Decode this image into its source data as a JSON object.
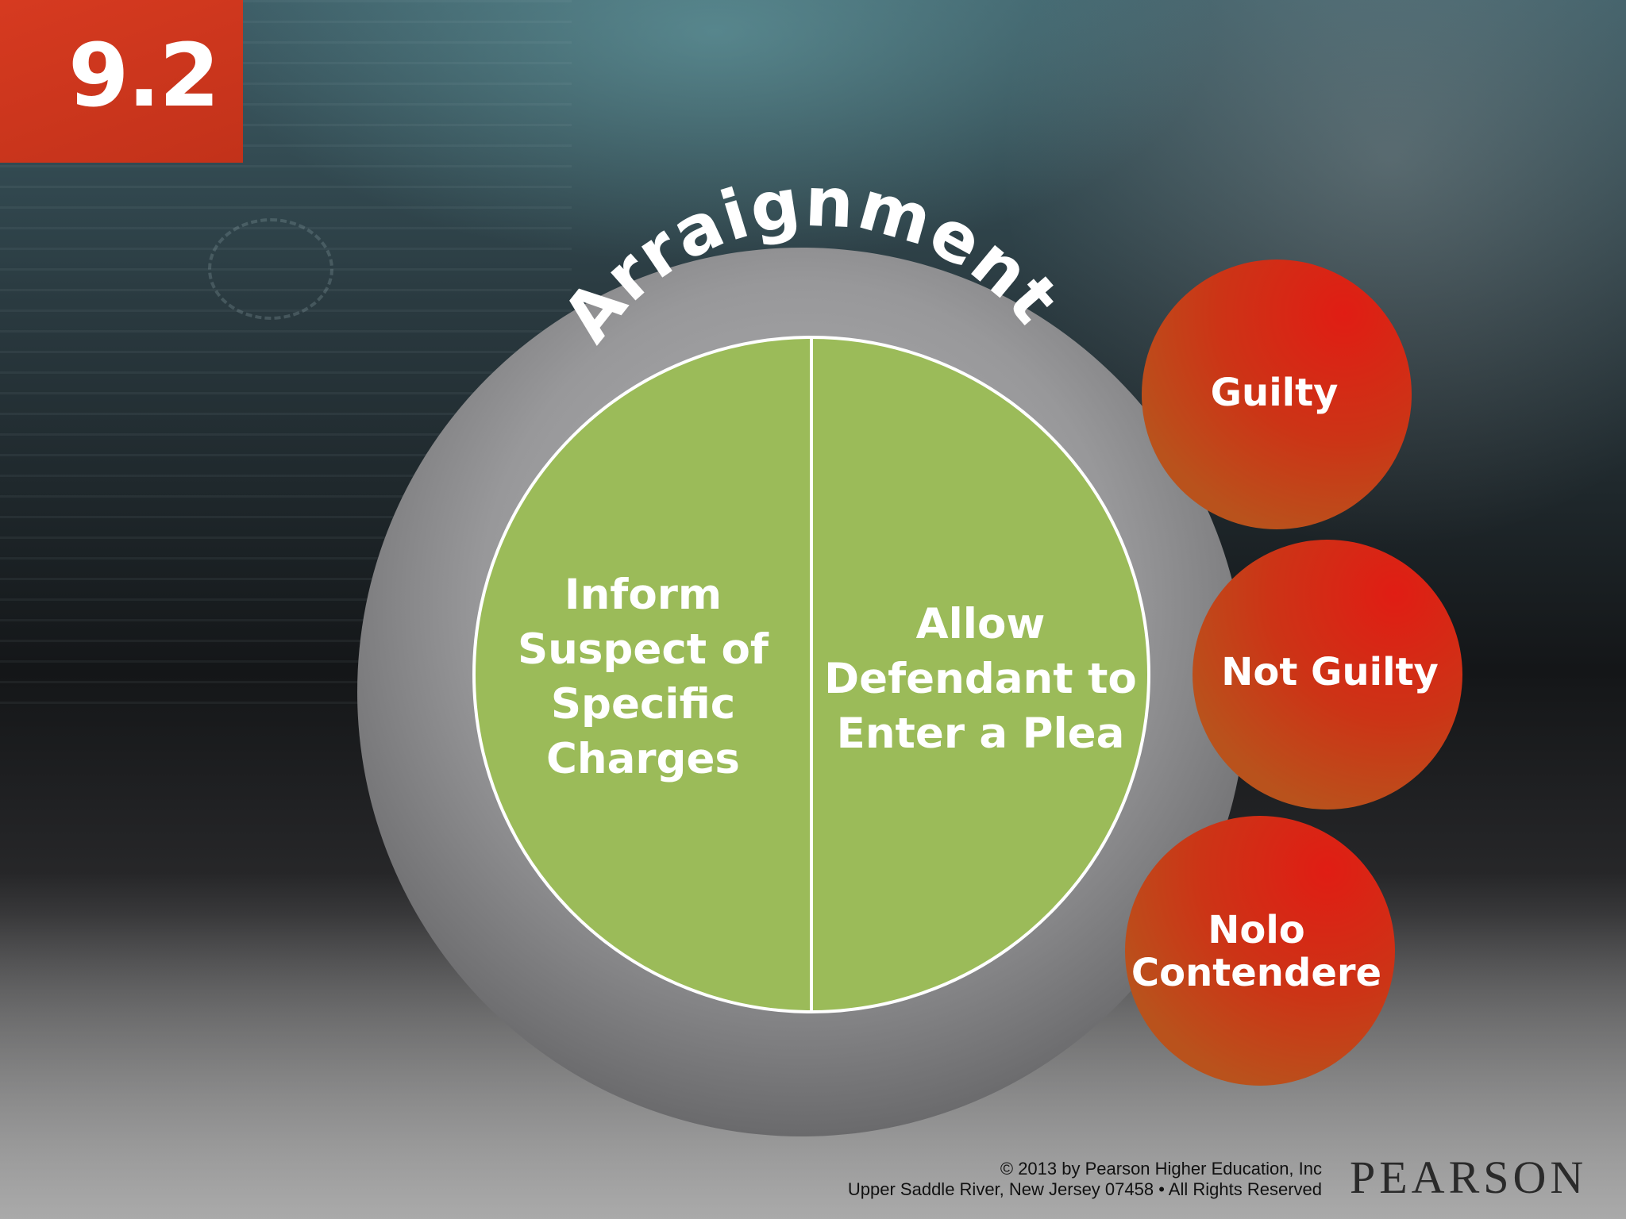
{
  "slide": {
    "section_number": "9.2",
    "title": "Arraignment"
  },
  "diagram": {
    "halves": [
      {
        "label": "Inform\nSuspect of\nSpecific\nCharges"
      },
      {
        "label": "Allow\nDefendant to\nEnter a Plea"
      }
    ],
    "pleas": [
      {
        "label": "Guilty"
      },
      {
        "label": "Not Guilty"
      },
      {
        "label": "Nolo\nContendere"
      }
    ]
  },
  "footer": {
    "copyright_line1": "© 2013 by Pearson Higher Education, Inc",
    "copyright_line2": "Upper Saddle River, New Jersey 07458 • All Rights Reserved",
    "publisher": "PEARSON"
  },
  "colors": {
    "badge": "#c93519",
    "ring": "#8c8c8e",
    "green": "#9bbb59",
    "plea_red": "#d42b18"
  }
}
